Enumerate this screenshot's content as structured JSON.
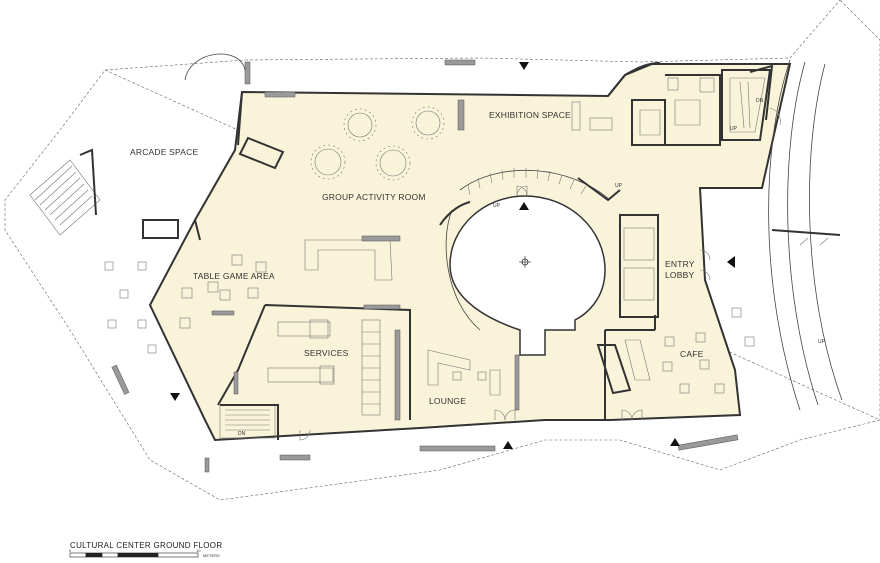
{
  "rooms": {
    "arcade": "ARCADE SPACE",
    "group_activity": "GROUP ACTIVITY ROOM",
    "exhibition": "EXHIBITION SPACE",
    "table_game": "TABLE GAME AREA",
    "services": "SERVICES",
    "lounge": "LOUNGE",
    "entry_lobby_line1": "ENTRY",
    "entry_lobby_line2": "LOBBY",
    "cafe": "CAFE"
  },
  "stair_labels": {
    "up_spiral": "UP",
    "up_right": "UP",
    "up_stair_core": "UP",
    "dn_stair_core": "DN",
    "dn_services": "DN",
    "up_ramp": "UP"
  },
  "title": "CULTURAL CENTER GROUND FLOOR",
  "scale": {
    "unit": "METERS",
    "mark_zero": "0",
    "mark_end": "10"
  }
}
